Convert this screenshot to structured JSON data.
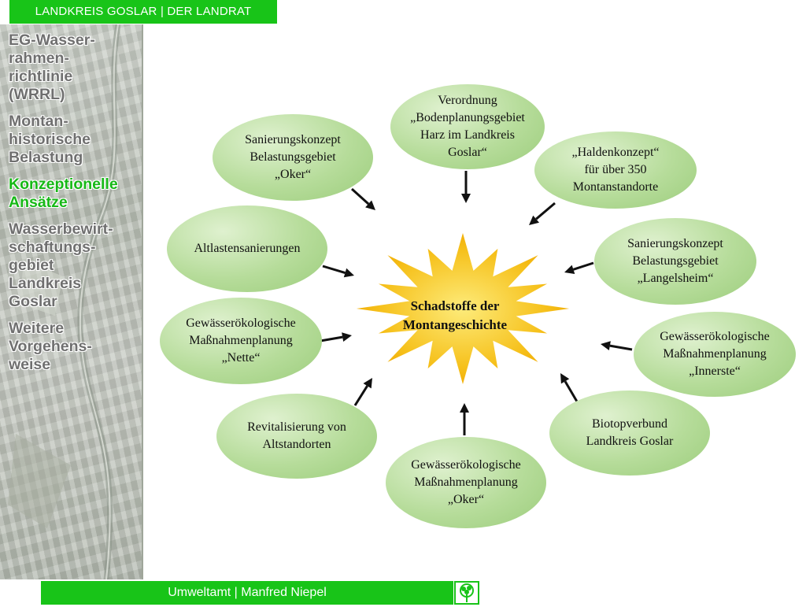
{
  "header": {
    "org": "LANDKREIS GOSLAR | DER LANDRAT"
  },
  "sidebar": {
    "items": [
      {
        "label": "EG-Wasser-rahmen-richtlinie (WRRL)",
        "lines": [
          "EG-Wasser-",
          "rahmen-",
          "richtlinie",
          "(WRRL)"
        ],
        "active": false
      },
      {
        "label": "Montan-historische Belastung",
        "lines": [
          "Montan-",
          "historische",
          "Belastung"
        ],
        "active": false
      },
      {
        "label": "Konzeptionelle Ansätze",
        "lines": [
          "Konzeptionelle",
          "Ansätze"
        ],
        "active": true
      },
      {
        "label": "Wasserbewirt-schaftungs-gebiet Landkreis Goslar",
        "lines": [
          "Wasserbewirt-",
          "schaftungs-",
          "gebiet",
          "Landkreis",
          "Goslar"
        ],
        "active": false
      },
      {
        "label": "Weitere Vorgehens-weise",
        "lines": [
          "Weitere",
          "Vorgehens-",
          "weise"
        ],
        "active": false
      }
    ]
  },
  "center": {
    "lines": [
      "Schadstoffe der",
      "Montangeschichte"
    ],
    "color": "#f6c11c"
  },
  "nodes": [
    {
      "id": "verordnung",
      "lines": [
        "Verordnung",
        "„Bodenplanungsgebiet",
        "Harz im Landkreis",
        "Goslar“"
      ]
    },
    {
      "id": "haldenkonzept",
      "lines": [
        "„Haldenkonzept“",
        "für über 350",
        "Montanstandorte"
      ]
    },
    {
      "id": "sanierung-langelsheim",
      "lines": [
        "Sanierungskonzept",
        "Belastungsgebiet",
        "„Langelsheim“"
      ]
    },
    {
      "id": "gewaesser-innerste",
      "lines": [
        "Gewässerökologische",
        "Maßnahmenplanung",
        "„Innerste“"
      ]
    },
    {
      "id": "biotopverbund",
      "lines": [
        "Biotopverbund",
        "Landkreis Goslar"
      ]
    },
    {
      "id": "gewaesser-oker",
      "lines": [
        "Gewässerökologische",
        "Maßnahmenplanung",
        "„Oker“"
      ]
    },
    {
      "id": "revitalisierung",
      "lines": [
        "Revitalisierung von",
        "Altstandorten"
      ]
    },
    {
      "id": "gewaesser-nette",
      "lines": [
        "Gewässerökologische",
        "Maßnahmenplanung",
        "„Nette“"
      ]
    },
    {
      "id": "altlasten",
      "lines": [
        "Altlastensanierungen"
      ]
    },
    {
      "id": "sanierung-oker",
      "lines": [
        "Sanierungskonzept",
        "Belastungsgebiet",
        "„Oker“"
      ]
    }
  ],
  "footer": {
    "label": "Umweltamt | Manfred Niepel"
  },
  "colors": {
    "accent": "#18c418",
    "node_fill": "#b6dc9a",
    "nav_active": "#16b816"
  }
}
